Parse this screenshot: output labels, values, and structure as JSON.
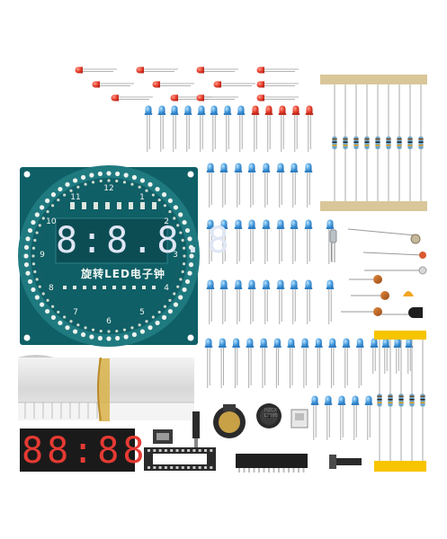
{
  "pcb": {
    "title": "旋转LED电子钟",
    "display_digits": "8:8.8.8",
    "hour_labels": [
      "12",
      "1",
      "2",
      "3",
      "4",
      "5",
      "6",
      "7",
      "8",
      "9",
      "10",
      "11"
    ]
  },
  "big_display": {
    "digits": "88:88"
  },
  "buzzer": {
    "label": "HZCX 12095"
  },
  "colors": {
    "pcb": "#0f5f66",
    "led_red": "#e8402e",
    "led_blue": "#4a9fe0",
    "tape": "#d9c79a",
    "tape_yellow": "#f7c400",
    "resistor_body": "#6fa6c8",
    "display_red": "#e53a33"
  }
}
